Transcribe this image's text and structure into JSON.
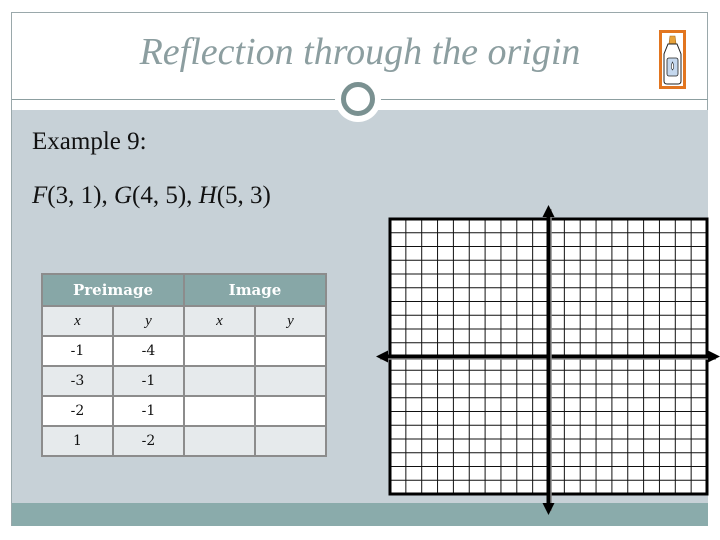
{
  "slide": {
    "title": "Reflection through the origin",
    "icon": "glue-bottle-icon",
    "accent_colors": {
      "title": "#8c9ea0",
      "content_bg": "#c7d1d7",
      "footer": "#8aabab",
      "table_header": "#87a7a7",
      "icon_border": "#e2751f"
    }
  },
  "example": {
    "label": "Example 9:",
    "points": [
      {
        "name": "F",
        "coords": "(3, 1)"
      },
      {
        "name": "G",
        "coords": "(4, 5)"
      },
      {
        "name": "H",
        "coords": "(5, 3)"
      }
    ],
    "sep": ", "
  },
  "table": {
    "headers": [
      "Preimage",
      "Image"
    ],
    "subheaders": [
      "x",
      "y",
      "x",
      "y"
    ],
    "rows": [
      [
        "-1",
        "-4",
        "",
        ""
      ],
      [
        "-3",
        "-1",
        "",
        ""
      ],
      [
        "-2",
        "-1",
        "",
        ""
      ],
      [
        "1",
        "-2",
        "",
        ""
      ]
    ]
  },
  "grid": {
    "columns": 20,
    "rows": 20,
    "axes": "x and y with arrowheads"
  }
}
